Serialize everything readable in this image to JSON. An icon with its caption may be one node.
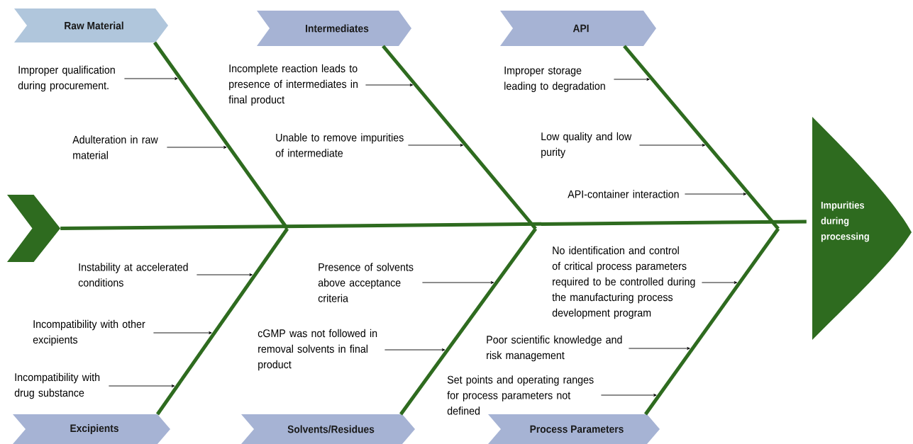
{
  "diagram": {
    "nodes": [
      {
        "text": [
          "Raw Material"
        ]
      },
      {
        "text": [
          "Intermediates"
        ]
      },
      {
        "text": [
          "API"
        ]
      },
      {
        "text": [
          "Excipients"
        ]
      },
      {
        "text": [
          "Solvents/Residues"
        ]
      },
      {
        "text": [
          "Process Parameters"
        ]
      },
      {
        "text": [
          "Impurities during processing"
        ]
      },
      {
        "text": [],
        "shape": "chevron"
      },
      {
        "text": [
          "Improper qualification during procurement."
        ]
      },
      {
        "text": [
          "Adulteration in raw material"
        ]
      },
      {
        "text": [
          "Incomplete reaction leads to presence of intermediates in final product"
        ]
      },
      {
        "text": [
          "Unable to remove impurities of intermediate"
        ]
      },
      {
        "text": [
          "Improper storage leading to degradation"
        ]
      },
      {
        "text": [
          "Low quality and low purity"
        ]
      },
      {
        "text": [
          "API-container interaction"
        ]
      },
      {
        "text": [
          "Instability at accelerated conditions"
        ]
      },
      {
        "text": [
          "Incompatibility with other excipients"
        ]
      },
      {
        "text": [
          "Incompatibility with drug substance"
        ]
      },
      {
        "text": [
          "Presence of solvents above acceptance criteria"
        ]
      },
      {
        "text": [
          "cGMP was not followed in removal solvents in final product"
        ]
      },
      {
        "text": [
          "No identification and control of critical process parameters required to be controlled during the manufacturing process development program"
        ]
      },
      {
        "text": [
          "Poor scientific knowledge and risk management"
        ]
      },
      {
        "text": [
          "Set points and operating ranges for process parameters not defined"
        ]
      }
    ],
    "edges": [
      {
        "from": 0,
        "to": null,
        "arrow": "none",
        "style": "thick",
        "color": "#2e6b1f"
      },
      {
        "from": 1,
        "to": null,
        "arrow": "none",
        "style": "thick",
        "color": "#2e6b1f"
      },
      {
        "from": 2,
        "to": null,
        "arrow": "none",
        "style": "thick",
        "color": "#2e6b1f"
      },
      {
        "from": 3,
        "to": null,
        "arrow": "none",
        "style": "thick",
        "color": "#2e6b1f"
      },
      {
        "from": 4,
        "to": null,
        "arrow": "none",
        "style": "thick",
        "color": "#2e6b1f"
      },
      {
        "from": 5,
        "to": null,
        "arrow": "none",
        "style": "thick",
        "color": "#2e6b1f"
      },
      {
        "from": 7,
        "to": 6,
        "arrow": "none",
        "style": "thick",
        "color": "#2e6b1f"
      },
      {
        "from": 8,
        "to": null,
        "arrow": "to"
      },
      {
        "from": 9,
        "to": null,
        "arrow": "to"
      },
      {
        "from": 10,
        "to": null,
        "arrow": "to"
      },
      {
        "from": 11,
        "to": null,
        "arrow": "to"
      },
      {
        "from": 12,
        "to": null,
        "arrow": "to"
      },
      {
        "from": 13,
        "to": null,
        "arrow": "to"
      },
      {
        "from": 14,
        "to": null,
        "arrow": "to"
      },
      {
        "from": 15,
        "to": null,
        "arrow": "to"
      },
      {
        "from": 16,
        "to": null,
        "arrow": "to"
      },
      {
        "from": 17,
        "to": null,
        "arrow": "to"
      },
      {
        "from": 18,
        "to": null,
        "arrow": "to"
      },
      {
        "from": 19,
        "to": null,
        "arrow": "to"
      },
      {
        "from": 20,
        "to": null,
        "arrow": "to"
      },
      {
        "from": 21,
        "to": null,
        "arrow": "to"
      },
      {
        "from": 22,
        "to": null,
        "arrow": "to"
      }
    ]
  }
}
